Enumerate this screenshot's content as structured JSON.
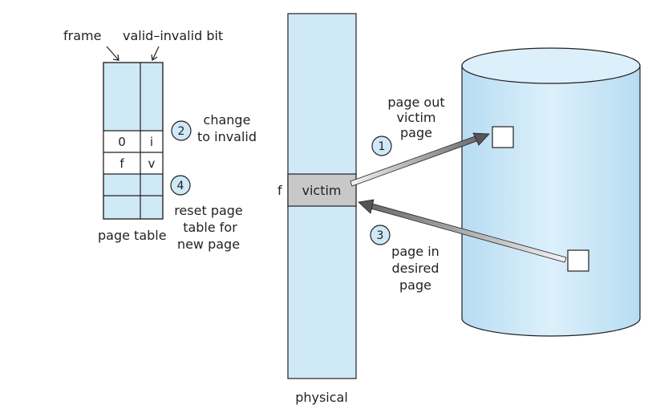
{
  "labels": {
    "frame": "frame",
    "valid_invalid_bit": "valid–invalid bit",
    "page_table": "page table",
    "physical": "physical",
    "victim": "victim",
    "f_marker": "f"
  },
  "page_table_rows": [
    {
      "frame": "",
      "bit": ""
    },
    {
      "frame": "",
      "bit": ""
    },
    {
      "frame": "",
      "bit": ""
    },
    {
      "frame": "0",
      "bit": "i"
    },
    {
      "frame": "f",
      "bit": "v"
    },
    {
      "frame": "",
      "bit": ""
    },
    {
      "frame": "",
      "bit": ""
    }
  ],
  "steps": [
    {
      "number": "1",
      "lines": [
        "page out",
        "victim",
        "page"
      ]
    },
    {
      "number": "2",
      "lines": [
        "change",
        "to invalid"
      ]
    },
    {
      "number": "3",
      "lines": [
        "page in",
        "desired",
        "page"
      ]
    },
    {
      "number": "4",
      "lines": [
        "reset page",
        "table for",
        "new page"
      ]
    }
  ],
  "colors": {
    "fill_light_blue": "#cfe9f7",
    "victim_gray": "#c8c8c8",
    "outline": "#231f20",
    "arrow_dark": "#555555"
  }
}
